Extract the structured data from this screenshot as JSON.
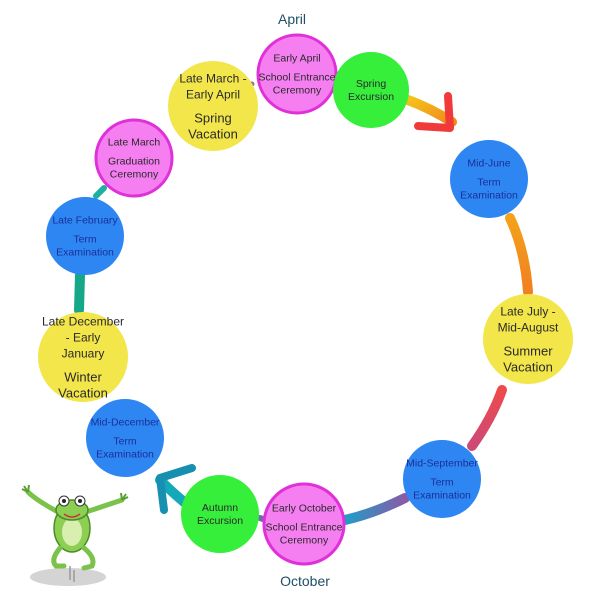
{
  "labels": {
    "top": "April",
    "bottom": "October"
  },
  "colors": {
    "yellow": "#f2e64a",
    "pink": "#f57ff0",
    "pink_stroke": "#e030d8",
    "green": "#35ef3a",
    "blue": "#2d86f2",
    "blue_text": "#1b2f9a",
    "dark_text": "#2a2a2a"
  },
  "events": [
    {
      "id": "early-april",
      "color": "pink",
      "size": "small",
      "period": "Early April",
      "name": "School Entrance Ceremony"
    },
    {
      "id": "spring-excursion",
      "color": "green",
      "size": "small",
      "period": "",
      "name": "Spring Excursion"
    },
    {
      "id": "mid-june",
      "color": "blue",
      "size": "small",
      "period": "Mid-June",
      "name": "Term Examination"
    },
    {
      "id": "summer-vacation",
      "color": "yellow",
      "size": "large",
      "period": "Late July - Mid-August",
      "name": "Summer Vacation"
    },
    {
      "id": "mid-september",
      "color": "blue",
      "size": "small",
      "period": "Mid-September",
      "name": "Term Examination"
    },
    {
      "id": "early-october",
      "color": "pink",
      "size": "small",
      "period": "Early October",
      "name": "School Entrance Ceremony"
    },
    {
      "id": "autumn-excursion",
      "color": "green",
      "size": "small",
      "period": "",
      "name": "Autumn Excursion"
    },
    {
      "id": "mid-december",
      "color": "blue",
      "size": "small",
      "period": "Mid-December",
      "name": "Term Examination"
    },
    {
      "id": "winter-vacation",
      "color": "yellow",
      "size": "large",
      "period": "Late December - Early January",
      "name": "Winter Vacation"
    },
    {
      "id": "late-february",
      "color": "blue",
      "size": "small",
      "period": "Late February",
      "name": "Term Examination"
    },
    {
      "id": "late-march-graduation",
      "color": "pink",
      "size": "small",
      "period": "Late March",
      "name": "Graduation Ceremony"
    },
    {
      "id": "spring-vacation",
      "color": "yellow",
      "size": "large",
      "period": "Late March - Early April",
      "name": "Spring Vacation"
    }
  ]
}
